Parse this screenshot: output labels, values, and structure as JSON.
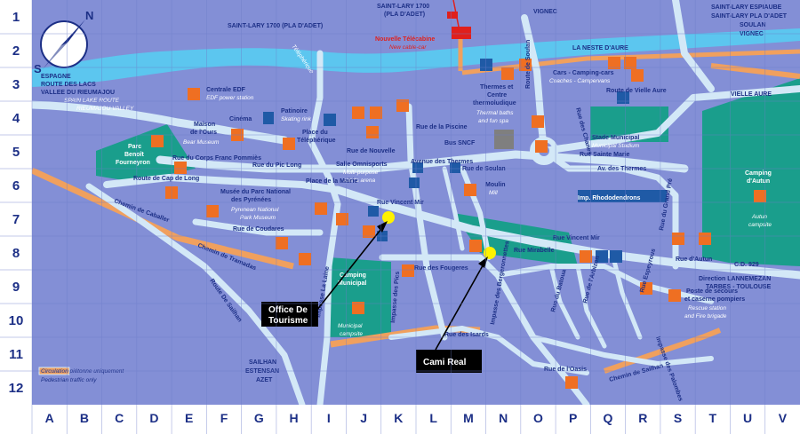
{
  "grid": {
    "rows": [
      "1",
      "2",
      "3",
      "4",
      "5",
      "6",
      "7",
      "8",
      "9",
      "10",
      "11",
      "12"
    ],
    "cols": [
      "A",
      "B",
      "C",
      "D",
      "E",
      "F",
      "G",
      "H",
      "I",
      "J",
      "K",
      "L",
      "M",
      "N",
      "O",
      "P",
      "Q",
      "R",
      "S",
      "T",
      "U",
      "V"
    ]
  },
  "compass": {
    "n": "N",
    "s": "S"
  },
  "places": {
    "espagne_1": "ESPAGNE",
    "espagne_2": "ROUTE DES LACS",
    "espagne_3": "VALLEE DU RIEUMAJOU",
    "espagne_4": "SPAIN LAKE ROUTE",
    "espagne_5": "RIEUMAJOU VALLEY",
    "saint_lary_adet": "SAINT-LARY 1700 (PLA D'ADET)",
    "saint_lary_adet2_1": "SAINT-LARY 1700",
    "saint_lary_adet2_2": "(PLA D'ADET)",
    "vignec": "VIGNEC",
    "espiaube_1": "SAINT-LARY ESPIAUBE",
    "espiaube_2": "SAINT-LARY PLA D'ADET",
    "espiaube_3": "SOULAN",
    "espiaube_4": "VIGNEC",
    "telecabine_1": "Nouvelle Télécabine",
    "telecabine_2": "New cable-car",
    "telepherique": "Téléphérique",
    "neste": "LA NESTE D'AURE",
    "edf_1": "Centrale EDF",
    "edf_2": "EDF power station",
    "patinoire_1": "Patinoire",
    "patinoire_2": "Skating rink",
    "cinema": "Cinéma",
    "maison_ours_1": "Maison",
    "maison_ours_2": "de l'Ours",
    "maison_ours_3": "Bear Museum",
    "place_tele_1": "Place du",
    "place_tele_2": "Téléphérique",
    "parc_benoit_1": "Parc",
    "parc_benoit_2": "Benoît",
    "parc_benoit_3": "Fourneyron",
    "thermes_1": "Thermes et",
    "thermes_2": "Centre",
    "thermes_3": "thermoludique",
    "thermes_4": "Thermal baths",
    "thermes_5": "and fun spa",
    "cars_1": "Cars - Camping-cars",
    "cars_2": "Coaches - Campervans",
    "vieille_aure": "VIELLE AURE",
    "rte_vieille_aure": "Route de Vielle Aure",
    "stade_1": "Stade Municipal",
    "stade_2": "Municipal Stadium",
    "rue_soulan_v": "Route de Soulan",
    "rue_chanes": "Rue des Chanes",
    "rue_sainte_marie": "Rue Sainte Marie",
    "av_thermes": "Av. des Thermes",
    "avenue_thermes": "Avenue des Thermes",
    "rue_nouvelle": "Rue de Nouvelle",
    "rue_piscine": "Rue de la Piscine",
    "bus_sncf": "Bus SNCF",
    "corps_franc": "Rue du Corps Franc Pommiès",
    "pic_long": "Rue du Pic Long",
    "cap_long": "Route de Cap de Long",
    "omni_1": "Salle Omnisports",
    "omni_2": "Multi-purpose",
    "omni_3": "sports arena",
    "musee_1": "Musée du Parc National",
    "musee_2": "des Pyrénées",
    "musee_3": "Pyrenean National",
    "musee_4": "Park Museum",
    "place_mairie": "Place de la Mairie",
    "rue_vincent_mir": "Rue Vincent Mir",
    "rue_soulan": "Rue de Soulan",
    "rue_coudares": "Rue de Coudares",
    "moulin_1": "Moulin",
    "moulin_2": "Mill",
    "rhodo": "Imp. Rhododendrons",
    "camping_autun_1": "Camping",
    "camping_autun_2": "d'Autun",
    "camping_autun_3": "Autun",
    "camping_autun_4": "campsite",
    "route_autun": "Rue d'Autun",
    "cd929": "C.D. 929",
    "direction_1": "Direction LANNEMEZAN",
    "direction_2": "TARBES - TOULOUSE",
    "rue_mirabelle": "Rue Mirabelle",
    "rue_vincent_mir2": "Rue Vincent Mir",
    "rue_fougeres": "Rue des Fougeres",
    "camping_muni_1": "Camping",
    "camping_muni_2": "Municipal",
    "camping_muni_3": "Municipal",
    "camping_muni_4": "campsite",
    "route_sailhan": "Route De Sailhan",
    "sailhan_1": "SAILHAN",
    "sailhan_2": "ESTENSAN",
    "sailhan_3": "AZET",
    "chemin_cabaliers": "Chemin de Caballer",
    "chemin_tramadas": "Chemin de Tramadas",
    "rue_isards": "Rue des Isards",
    "rue_oasis": "Rue de l'Oasis",
    "chemin_sailhan": "Chemin de Sailhan",
    "poste_1": "Poste de secours",
    "poste_2": "et caserne pompiers",
    "poste_3": "Rescue station",
    "poste_4": "and Fire brigade",
    "imp_palombes": "Impasse des Palombes",
    "circ_1": "Circulation piétonne uniquement",
    "circ_2": "Pedestrian traffic only",
    "rue_arbizon": "Rue de l'Arbizon",
    "rue_espeyrous": "Rue Espeyrous",
    "rue_batoua": "Rue du Batoua",
    "rue_grand_pre": "Rue du Grand Pré",
    "imp_la_laine": "Impasse La Laine",
    "imp_pics": "Impasse des Pics",
    "imp_bergeronnettes": "Impasse des Bergeronnettes"
  },
  "callouts": {
    "office_1": "Office De",
    "office_2": "Tourisme",
    "cami": "Cami Real"
  },
  "colors": {
    "background": "#838fd6",
    "road": "#d3e8f7",
    "road_edge": "#5a7fc2",
    "river": "#5cc6ef",
    "green": "#1a9e8c",
    "orange_road": "#f0a05e",
    "icon_orange": "#ef6f22",
    "icon_blue": "#1f5aa6",
    "marker": "#fff200",
    "grid_bg": "#ffffff",
    "grid_text": "#1c2f86"
  }
}
